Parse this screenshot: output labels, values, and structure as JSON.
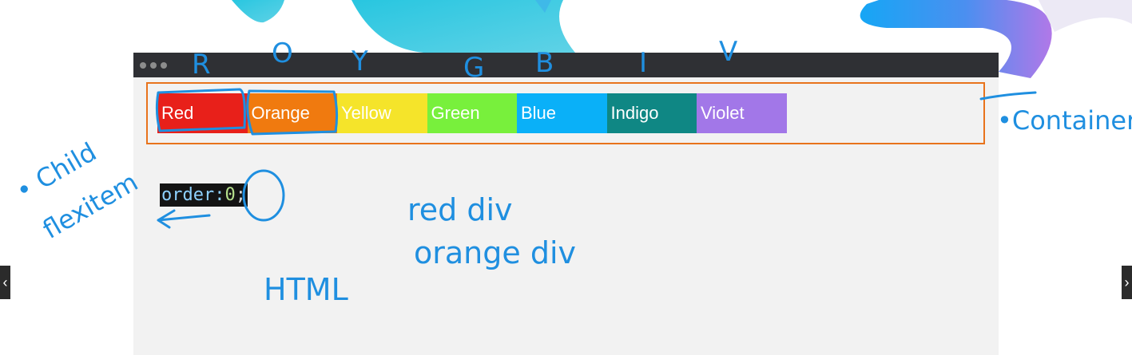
{
  "slide": {
    "window": {
      "dots": 3
    },
    "flex_items": [
      {
        "label": "Red",
        "color": "#e8201a"
      },
      {
        "label": "Orange",
        "color": "#f07a0f"
      },
      {
        "label": "Yellow",
        "color": "#f5e42a"
      },
      {
        "label": "Green",
        "color": "#78f03c"
      },
      {
        "label": "Blue",
        "color": "#0ab0f8"
      },
      {
        "label": "Indigo",
        "color": "#0f8784"
      },
      {
        "label": "Violet",
        "color": "#a277e8"
      }
    ],
    "container_border_color": "#e8731c",
    "code": {
      "property": "order:",
      "value": "0",
      "semicolon": ";"
    }
  },
  "annotations": {
    "ink_color": "#1f8fe0",
    "letters": [
      "R",
      "O",
      "Y",
      "G",
      "B",
      "I",
      "V"
    ],
    "container": "•Container",
    "child_line1": "• Child",
    "child_line2": "flexitem",
    "red_div": "red div",
    "orange_div": "orange div",
    "html": "HTML"
  },
  "nav": {
    "prev_icon": "chevron-left-icon",
    "prev_glyph": "‹",
    "next_icon": "chevron-right-icon",
    "next_glyph": "›"
  }
}
